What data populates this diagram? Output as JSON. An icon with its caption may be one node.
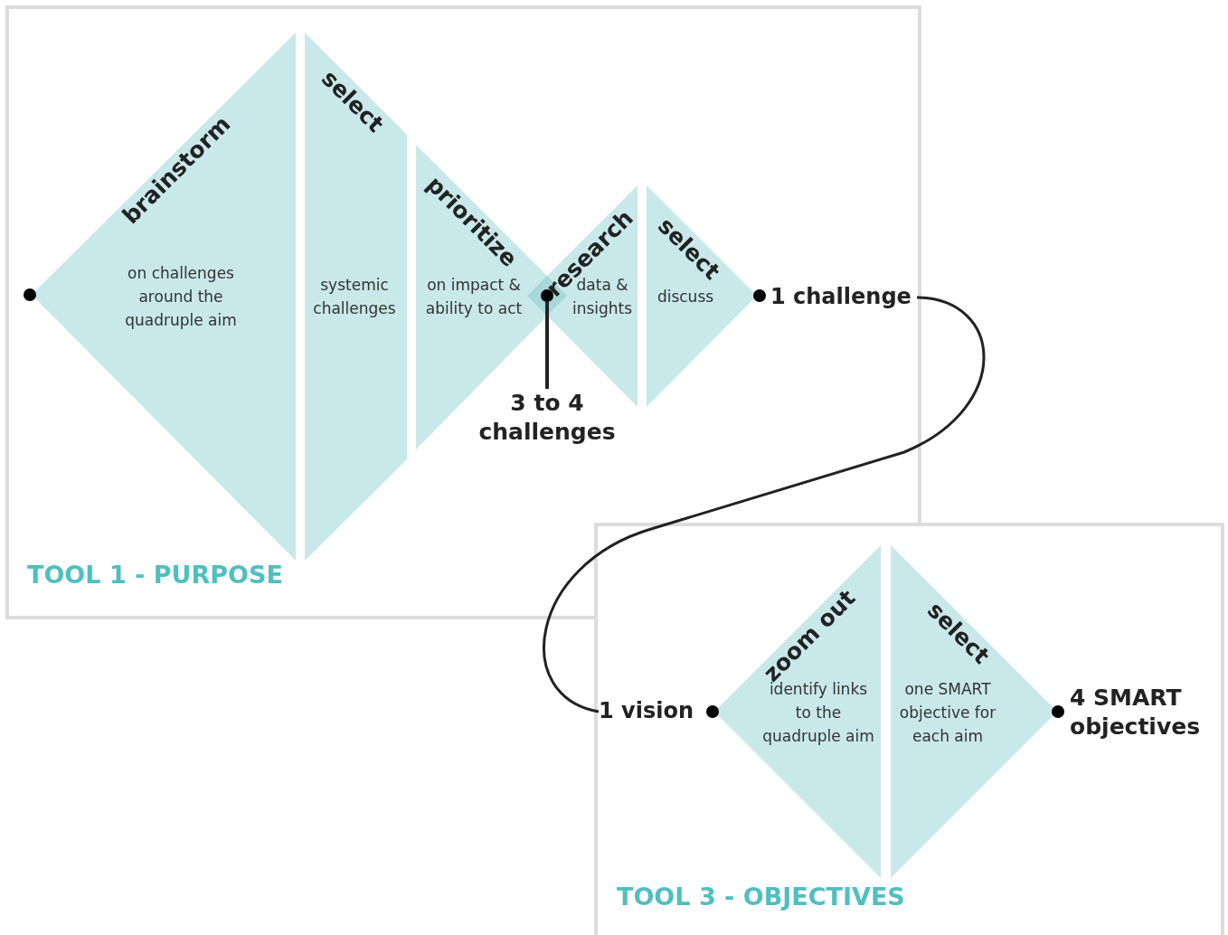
{
  "diagram": {
    "nodes": [
      {
        "text": [
          "TOOL 1 - PURPOSE"
        ]
      },
      {
        "text": [
          "brainstorm",
          "on challenges around the quadruple aim"
        ],
        "in": 0
      },
      {
        "text": [
          "select",
          "systemic challenges"
        ],
        "in": 0
      },
      {
        "text": [
          "prioritize",
          "on impact & ability to act"
        ],
        "in": 0
      },
      {
        "text": [
          "research",
          "data & insights"
        ],
        "in": 0
      },
      {
        "text": [
          "select",
          "discuss"
        ],
        "in": 0
      },
      {
        "text": [],
        "shape": "circle"
      },
      {
        "text": [
          "3 to 4 challenges"
        ],
        "in": 0
      },
      {
        "text": [
          "1 challenge"
        ],
        "in": 0
      },
      {
        "text": [
          "TOOL 3 - OBJECTIVES"
        ]
      },
      {
        "text": [
          "1 vision"
        ],
        "in": 9
      },
      {
        "text": [
          "zoom out",
          "identify links to the quadruple aim"
        ],
        "in": 9
      },
      {
        "text": [
          "select",
          "one SMART objective for each aim"
        ],
        "in": 9
      },
      {
        "text": [
          "4 SMART objectives"
        ],
        "in": 9
      }
    ],
    "edges": [
      {
        "from": 8,
        "to": 10,
        "arrow": "none"
      },
      {
        "from": 7,
        "to": 6,
        "arrow": "none"
      }
    ]
  }
}
